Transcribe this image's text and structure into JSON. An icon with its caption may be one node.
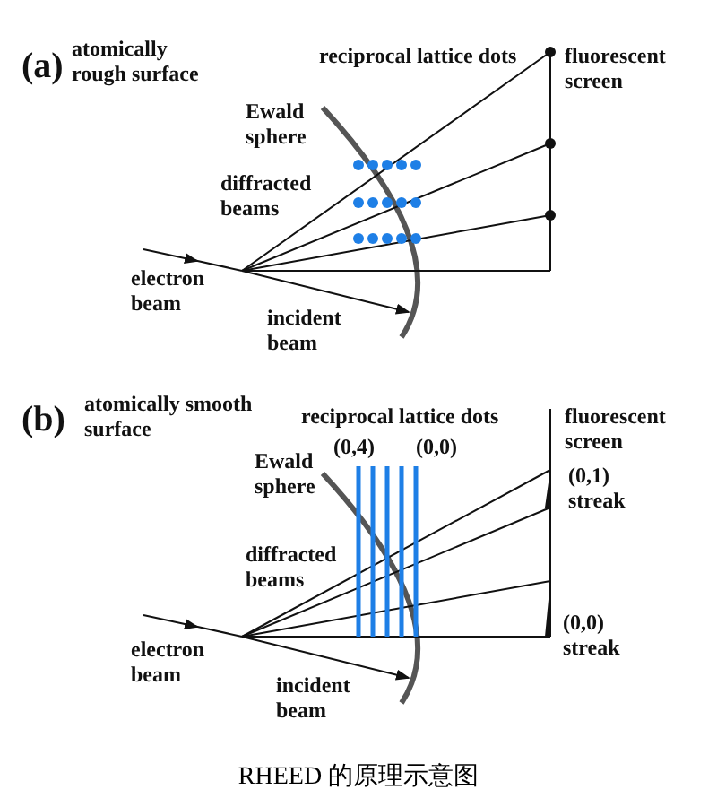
{
  "diagram": {
    "caption": "RHEED 的原理示意图",
    "labels": [
      "(a)",
      "atomically rough surface",
      "reciprocal lattice dots",
      "fluorescent screen",
      "Ewald sphere",
      "diffracted beams",
      "electron beam",
      "incident beam",
      "(b)",
      "atomically smooth surface",
      "reciprocal lattice dots",
      "fluorescent screen",
      "(0,4)",
      "(0,0)",
      "Ewald sphere",
      "(0,1) streak",
      "diffracted beams",
      "(0,0) streak",
      "electron beam",
      "incident beam"
    ]
  }
}
